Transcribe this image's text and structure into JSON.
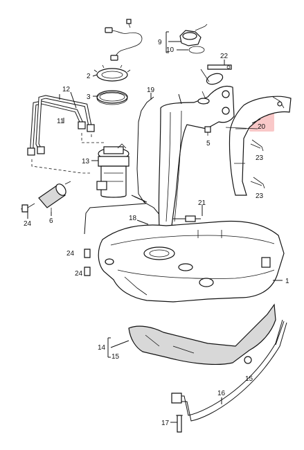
{
  "diagram": {
    "highlighted_part": "20",
    "highlight_color": "#f6b0b0",
    "callouts": [
      {
        "id": "c1",
        "text": "1"
      },
      {
        "id": "c2",
        "text": "2"
      },
      {
        "id": "c3",
        "text": "3"
      },
      {
        "id": "c5",
        "text": "5"
      },
      {
        "id": "c6",
        "text": "6"
      },
      {
        "id": "c9",
        "text": "9"
      },
      {
        "id": "c10",
        "text": "10"
      },
      {
        "id": "c11",
        "text": "11"
      },
      {
        "id": "c12",
        "text": "12"
      },
      {
        "id": "c13",
        "text": "13"
      },
      {
        "id": "c14",
        "text": "14"
      },
      {
        "id": "c15a",
        "text": "15"
      },
      {
        "id": "c15b",
        "text": "15"
      },
      {
        "id": "c15c",
        "text": "15"
      },
      {
        "id": "c16",
        "text": "16"
      },
      {
        "id": "c17",
        "text": "17"
      },
      {
        "id": "c18",
        "text": "18"
      },
      {
        "id": "c19",
        "text": "19"
      },
      {
        "id": "c20",
        "text": "20"
      },
      {
        "id": "c21",
        "text": "21"
      },
      {
        "id": "c22",
        "text": "22"
      },
      {
        "id": "c23a",
        "text": "23"
      },
      {
        "id": "c23b",
        "text": "23"
      },
      {
        "id": "c24a",
        "text": "24"
      },
      {
        "id": "c24b",
        "text": "24"
      },
      {
        "id": "c24c",
        "text": "24"
      }
    ]
  }
}
